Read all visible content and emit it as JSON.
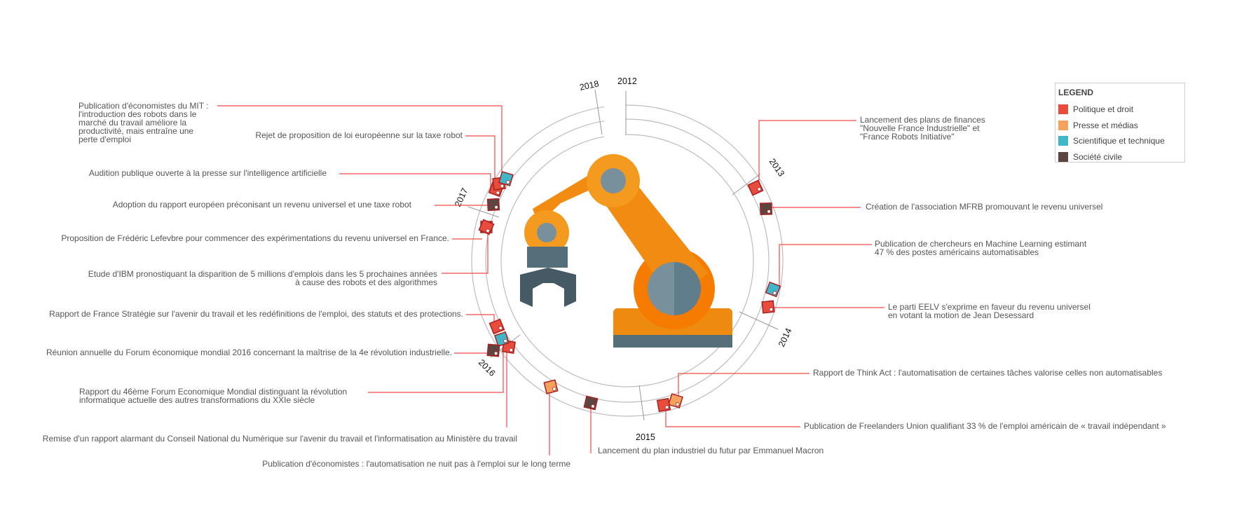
{
  "legend": {
    "title": "LEGEND",
    "items": [
      {
        "label": "Politique et droit",
        "color": "#e74c3c"
      },
      {
        "label": "Presse et médias",
        "color": "#f5a25d"
      },
      {
        "label": "Scientifique et technique",
        "color": "#3fb7c9"
      },
      {
        "label": "Société civile",
        "color": "#5d4541"
      }
    ]
  },
  "years": [
    "2012",
    "2013",
    "2014",
    "2015",
    "2016",
    "2017",
    "2018"
  ],
  "events": [
    {
      "id": "e1",
      "lines": [
        "Lancement des plans de finances",
        "\"Nouvelle France Industrielle\" et",
        "\"France Robots Initiative\""
      ],
      "category": "Politique et droit"
    },
    {
      "id": "e2",
      "lines": [
        "Création de l'association MFRB promouvant le revenu universel"
      ],
      "category": "Société civile"
    },
    {
      "id": "e3",
      "lines": [
        "Publication de chercheurs en Machine Learning estimant",
        "47 % des postes américains automatisables"
      ],
      "category": "Scientifique et technique"
    },
    {
      "id": "e4",
      "lines": [
        "Le parti EELV s'exprime en faveur du revenu universel",
        "en votant la motion de Jean Desessard"
      ],
      "category": "Politique et droit"
    },
    {
      "id": "e5",
      "lines": [
        "Rapport de Think Act : l'automatisation de certaines tâches valorise celles non automatisables"
      ],
      "category": "Presse et médias"
    },
    {
      "id": "e6",
      "lines": [
        "Publication de Freelanders Union qualifiant 33 % de l'emploi américain de « travail indépendant »"
      ],
      "category": "Politique et droit"
    },
    {
      "id": "e7",
      "lines": [
        "Lancement du plan industriel du futur par Emmanuel Macron"
      ],
      "category": "Société civile"
    },
    {
      "id": "e8",
      "lines": [
        "Publication d'économistes : l'automatisation ne nuit pas à l'emploi sur le long terme"
      ],
      "category": "Presse et médias"
    },
    {
      "id": "e9",
      "lines": [
        "Remise d'un rapport alarmant du Conseil National du Numérique sur l'avenir du travail et l'informatisation au Ministère du travail"
      ],
      "category": "Politique et droit"
    },
    {
      "id": "e10",
      "lines": [
        "Rapport du 46ème Forum Economique Mondial distinguant la révolution",
        "informatique actuelle des autres transformations du XXIe siècle"
      ],
      "category": "Scientifique et technique"
    },
    {
      "id": "e11",
      "lines": [
        "Réunion annuelle du Forum économique mondial 2016 concernant la maîtrise de la 4e révolution industrielle."
      ],
      "category": "Société civile"
    },
    {
      "id": "e12",
      "lines": [
        "Rapport de France Stratégie sur l'avenir du travail et les redéfinitions de l'emploi, des statuts et des protections."
      ],
      "category": "Politique et droit"
    },
    {
      "id": "e13",
      "lines": [
        "Etude d'IBM pronostiquant la disparition de 5 millions d'emplois dans les 5 prochaines années",
        "à cause des robots et des algorithmes"
      ],
      "category": "Politique et droit"
    },
    {
      "id": "e14",
      "lines": [
        "Proposition de Frédéric Lefevbre pour commencer des expérimentations du revenu universel en France."
      ],
      "category": "Politique et droit"
    },
    {
      "id": "e15",
      "lines": [
        "Adoption du rapport européen préconisant un revenu universel et une taxe robot"
      ],
      "category": "Société civile"
    },
    {
      "id": "e16",
      "lines": [
        "Audition publique ouverte à la presse sur l'intelligence artificielle"
      ],
      "category": "Politique et droit"
    },
    {
      "id": "e17",
      "lines": [
        "Rejet de proposition de loi européenne sur la taxe robot"
      ],
      "category": "Politique et droit"
    },
    {
      "id": "e18",
      "lines": [
        "Publication d'économistes du MIT :",
        "l'introduction des robots dans le",
        "marché du travail améliore la",
        "productivité, mais entraîne une",
        "perte d'emploi"
      ],
      "category": "Scientifique et technique"
    }
  ]
}
